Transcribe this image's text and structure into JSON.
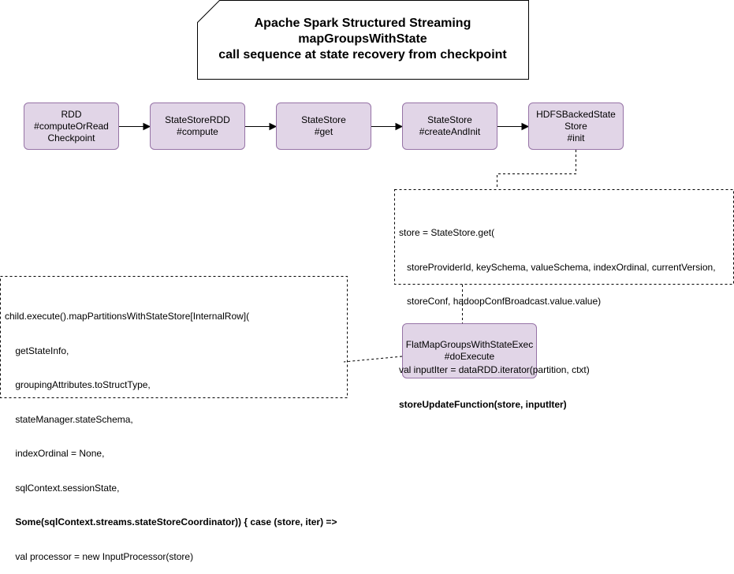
{
  "title": {
    "lines": [
      "Apache Spark Structured Streaming",
      "mapGroupsWithState",
      "call sequence at state recovery from checkpoint"
    ]
  },
  "nodes": [
    {
      "id": "rdd",
      "lines": [
        "RDD",
        "#computeOrRead",
        "Checkpoint"
      ]
    },
    {
      "id": "statestorerdd",
      "lines": [
        "StateStoreRDD",
        "#compute"
      ]
    },
    {
      "id": "statestore-get",
      "lines": [
        "StateStore",
        "#get"
      ]
    },
    {
      "id": "statestore-create",
      "lines": [
        "StateStore",
        "#createAndInit"
      ]
    },
    {
      "id": "hdfs",
      "lines": [
        "HDFSBackedState",
        "Store",
        "#init"
      ]
    },
    {
      "id": "flatmap",
      "lines": [
        "FlatMapGroupsWithStateExec",
        "#doExecute"
      ]
    }
  ],
  "store_note": {
    "lines": [
      {
        "text": "store = StateStore.get(",
        "bold": false
      },
      {
        "text": "   storeProviderId, keySchema, valueSchema, indexOrdinal, currentVersion,",
        "bold": false
      },
      {
        "text": "   storeConf, hadoopConfBroadcast.value.value)",
        "bold": false
      },
      {
        "text": " ",
        "bold": false
      },
      {
        "text": "val inputIter = dataRDD.iterator(partition, ctxt)",
        "bold": false
      },
      {
        "text": "storeUpdateFunction(store, inputIter)",
        "bold": true
      }
    ]
  },
  "child_note": {
    "lines": [
      {
        "text": "child.execute().mapPartitionsWithStateStore[InternalRow](",
        "bold": false
      },
      {
        "text": "    getStateInfo,",
        "bold": false
      },
      {
        "text": "    groupingAttributes.toStructType,",
        "bold": false
      },
      {
        "text": "    stateManager.stateSchema,",
        "bold": false
      },
      {
        "text": "    indexOrdinal = None,",
        "bold": false
      },
      {
        "text": "    sqlContext.sessionState,",
        "bold": false
      },
      {
        "text": "    Some(sqlContext.streams.stateStoreCoordinator)) { case (store, iter) =>",
        "bold": true
      },
      {
        "text": "    val processor = new InputProcessor(store)",
        "bold": false
      }
    ]
  },
  "colors": {
    "node_fill": "#e1d5e7",
    "node_stroke": "#9673a6",
    "line": "#000000"
  }
}
